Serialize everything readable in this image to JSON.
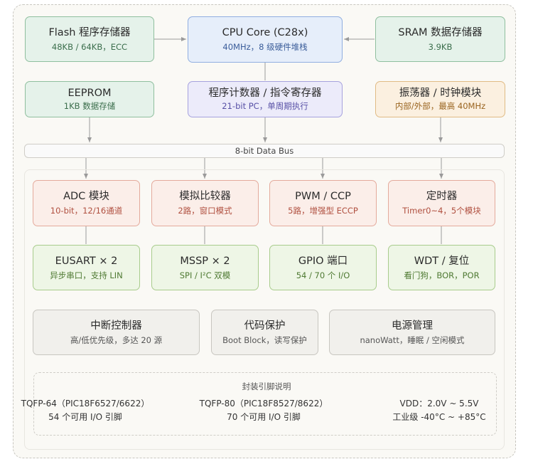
{
  "blocks": {
    "flash": {
      "title": "Flash 程序存储器",
      "sub": "48KB / 64KB，ECC"
    },
    "cpu": {
      "title": "CPU Core (C28x)",
      "sub": "40MHz，8 级硬件堆栈"
    },
    "sram": {
      "title": "SRAM 数据存储器",
      "sub": "3.9KB"
    },
    "eeprom": {
      "title": "EEPROM",
      "sub": "1KB 数据存储"
    },
    "pc": {
      "title": "程序计数器 / 指令寄存器",
      "sub": "21-bit PC，单周期执行"
    },
    "osc": {
      "title": "振荡器 / 时钟模块",
      "sub": "内部/外部，最高 40MHz"
    },
    "adc": {
      "title": "ADC 模块",
      "sub": "10-bit，12/16通道"
    },
    "comp": {
      "title": "模拟比较器",
      "sub": "2路，窗口模式"
    },
    "pwm": {
      "title": "PWM / CCP",
      "sub": "5路，增强型 ECCP"
    },
    "timer": {
      "title": "定时器",
      "sub": "Timer0~4，5个模块"
    },
    "eusart": {
      "title": "EUSART × 2",
      "sub": "异步串口，支持 LIN"
    },
    "mssp": {
      "title": "MSSP × 2",
      "sub": "SPI / I²C 双模"
    },
    "gpio": {
      "title": "GPIO 端口",
      "sub": "54 / 70 个 I/O"
    },
    "wdt": {
      "title": "WDT / 复位",
      "sub": "看门狗，BOR，POR"
    },
    "intc": {
      "title": "中断控制器",
      "sub": "高/低优先级，多达 20 源"
    },
    "codeprot": {
      "title": "代码保护",
      "sub": "Boot Block，读写保护"
    },
    "power": {
      "title": "电源管理",
      "sub": "nanoWatt，睡眠 / 空闲模式"
    }
  },
  "bus": {
    "label": "8-bit Data Bus"
  },
  "packages": {
    "title": "封装引脚说明",
    "tqfp64": {
      "line1": "TQFP-64（PIC18F6527/6622）",
      "line2": "54 个可用 I/O 引脚"
    },
    "tqfp80": {
      "line1": "TQFP-80（PIC18F8527/8622）",
      "line2": "70 个可用 I/O 引脚"
    },
    "elec": {
      "line1": "VDD：2.0V ~ 5.5V",
      "line2": "工业级 -40°C ~ +85°C"
    }
  },
  "colors": {
    "memory": "#e5f2ea",
    "cpu": "#e6eefa",
    "pc": "#ecebfa",
    "clock": "#fbf0e0",
    "analog": "#fbeee9",
    "comm": "#eef6e6",
    "system": "#f1f0ec",
    "wire": "#9a9a9a"
  }
}
